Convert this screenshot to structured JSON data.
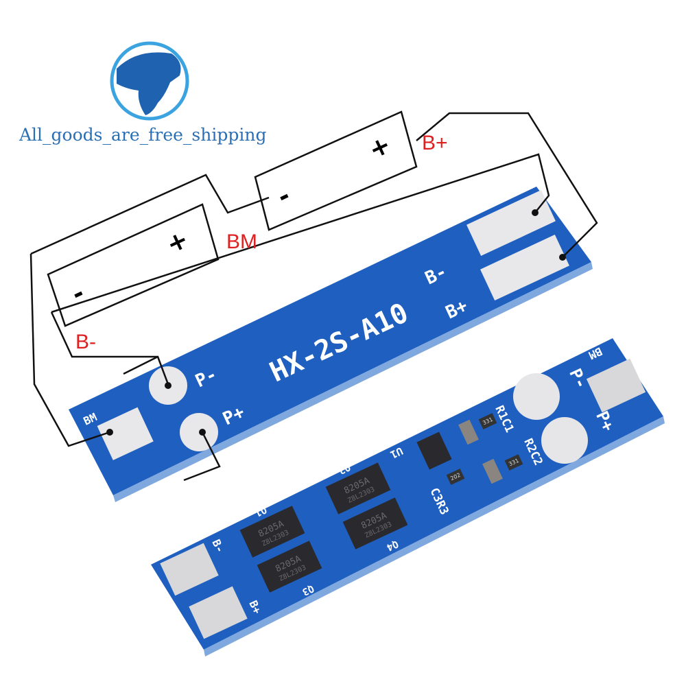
{
  "logo": {
    "text": "All_goods_are_free_shipping",
    "icon": "globe-icon",
    "color": "#2a6fb4"
  },
  "diagram": {
    "labels": {
      "bm": "BM",
      "b_plus": "B+",
      "b_minus": "B-"
    },
    "battery_plus": "+",
    "battery_minus": "-",
    "label_color": "#e02020"
  },
  "top_board": {
    "model": "HX-2S-A10",
    "pads": {
      "p_minus": "P-",
      "p_plus": "P+",
      "b_minus": "B-",
      "b_plus": "B+",
      "bm": "BM"
    },
    "color": "#1f5fbf"
  },
  "bottom_board": {
    "pads": {
      "bm": "BM",
      "p_minus": "P-",
      "p_plus": "P+",
      "b_minus": "B-",
      "b_plus": "B+"
    },
    "components": {
      "r1c1": "R1C1",
      "r2c2": "R2C2",
      "c3r3": "C3R3",
      "u1": "U1",
      "q1": "Q1",
      "q2": "Q2",
      "q3": "Q3",
      "q4": "Q4"
    },
    "chip_marking": "8205A",
    "chip_code": "Z8L2303",
    "resistor_331": "331",
    "resistor_202": "202",
    "color": "#1f5fbf"
  }
}
